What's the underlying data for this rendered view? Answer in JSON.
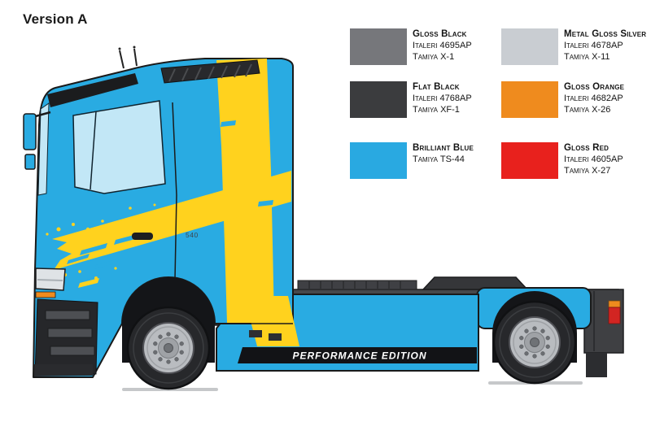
{
  "page": {
    "title": "Version A",
    "background": "#ffffff"
  },
  "illustration": {
    "name": "truck-cab-side-view-version-a",
    "performance_text": "PERFORMANCE EDITION",
    "cab_badge": "540",
    "body_color": "#29abe2",
    "stripe_color": "#ffd21e",
    "window_color": "#c2e7f6"
  },
  "colors": [
    {
      "name": "Gloss Black",
      "hex": "#76777b",
      "codes": [
        "Italeri 4695AP",
        "Tamiya X-1"
      ]
    },
    {
      "name": "Metal Gloss Silver",
      "hex": "#c9cdd2",
      "codes": [
        "Italeri 4678AP",
        "Tamiya X-11"
      ]
    },
    {
      "name": "Flat Black",
      "hex": "#3b3c3e",
      "codes": [
        "Italeri 4768AP",
        "Tamiya XF-1"
      ]
    },
    {
      "name": "Gloss Orange",
      "hex": "#ef8b1e",
      "codes": [
        "Italeri 4682AP",
        "Tamiya X-26"
      ]
    },
    {
      "name": "Brilliant Blue",
      "hex": "#29a9e1",
      "codes": [
        "Tamiya TS-44"
      ]
    },
    {
      "name": "Gloss Red",
      "hex": "#e8211d",
      "codes": [
        "Italeri 4605AP",
        "Tamiya X-27"
      ]
    }
  ]
}
